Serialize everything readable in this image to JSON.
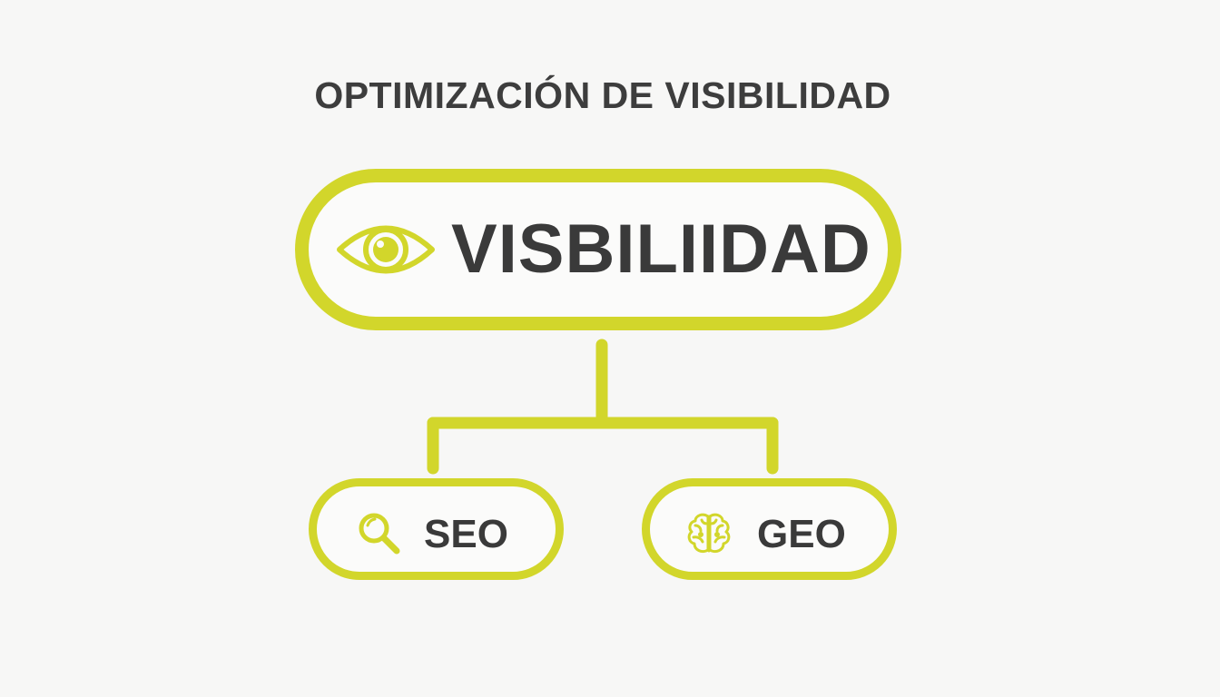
{
  "title": "OPTIMIZACIÓN DE VISIBILIDAD",
  "accent_color": "#d2d62b",
  "text_color": "#3a3a3a",
  "root": {
    "label": "VISBILIIDAD",
    "icon": "eye-icon"
  },
  "children": [
    {
      "label": "SEO",
      "icon": "magnifier-icon"
    },
    {
      "label": "GEO",
      "icon": "brain-icon"
    }
  ]
}
